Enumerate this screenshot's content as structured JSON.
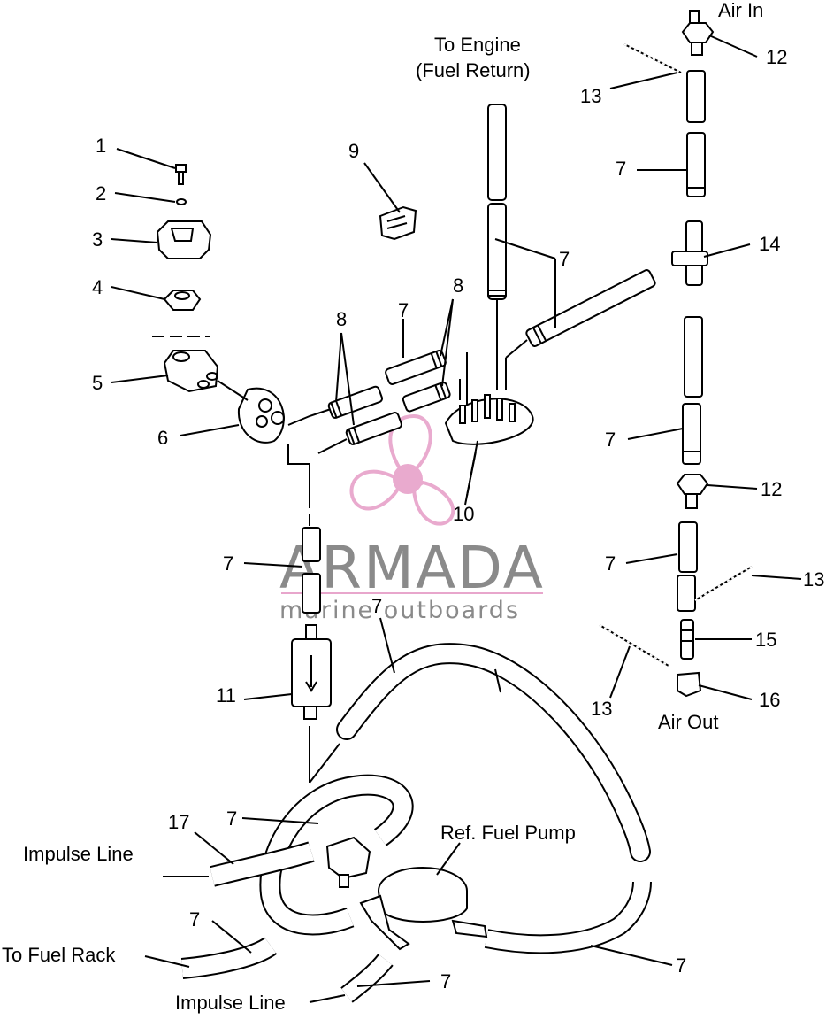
{
  "labels": {
    "air_in": "Air In",
    "to_engine": "To Engine",
    "fuel_return": "(Fuel Return)",
    "air_out": "Air Out",
    "ref_fuel_pump": "Ref. Fuel Pump",
    "impulse_line_left": "Impulse Line",
    "to_fuel_rack": "To Fuel Rack",
    "impulse_line_bottom": "Impulse Line"
  },
  "callouts": {
    "c1": "1",
    "c2": "2",
    "c3": "3",
    "c4": "4",
    "c5": "5",
    "c6": "6",
    "c9": "9",
    "c10": "10",
    "c11": "11",
    "c12a": "12",
    "c12b": "12",
    "c13a": "13",
    "c13b": "13",
    "c13c": "13",
    "c14": "14",
    "c15": "15",
    "c16": "16",
    "c17": "17",
    "c8a": "8",
    "c8b": "8",
    "c7a": "7",
    "c7b": "7",
    "c7c": "7",
    "c7d": "7",
    "c7e": "7",
    "c7f": "7",
    "c7g": "7",
    "c7h": "7",
    "c7i": "7",
    "c7j": "7",
    "c7k": "7",
    "c7l": "7"
  },
  "watermark": {
    "brand": "ARMADA",
    "tagline": "marine outboards",
    "color": "#e8a6cc"
  }
}
